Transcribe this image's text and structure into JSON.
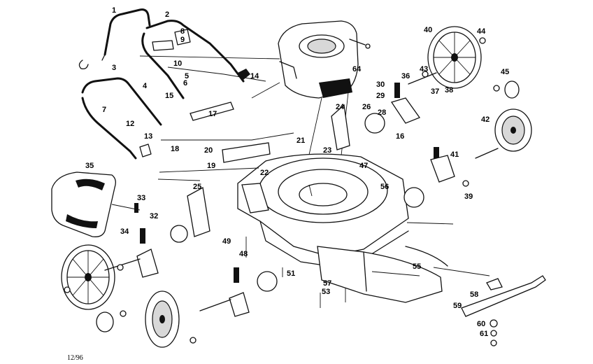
{
  "callouts": [
    "1",
    "2",
    "3",
    "4",
    "5",
    "6",
    "7",
    "8",
    "9",
    "10",
    "12",
    "13",
    "14",
    "15",
    "16",
    "17",
    "18",
    "19",
    "20",
    "21",
    "22",
    "23",
    "24",
    "25",
    "26",
    "28",
    "29",
    "30",
    "32",
    "33",
    "34",
    "35",
    "36",
    "37",
    "38",
    "39",
    "40",
    "41",
    "42",
    "43",
    "44",
    "45",
    "47",
    "48",
    "49",
    "51",
    "53",
    "55",
    "56",
    "57",
    "58",
    "59",
    "60",
    "61",
    "64"
  ],
  "footer": {
    "date_code": "12/96"
  }
}
